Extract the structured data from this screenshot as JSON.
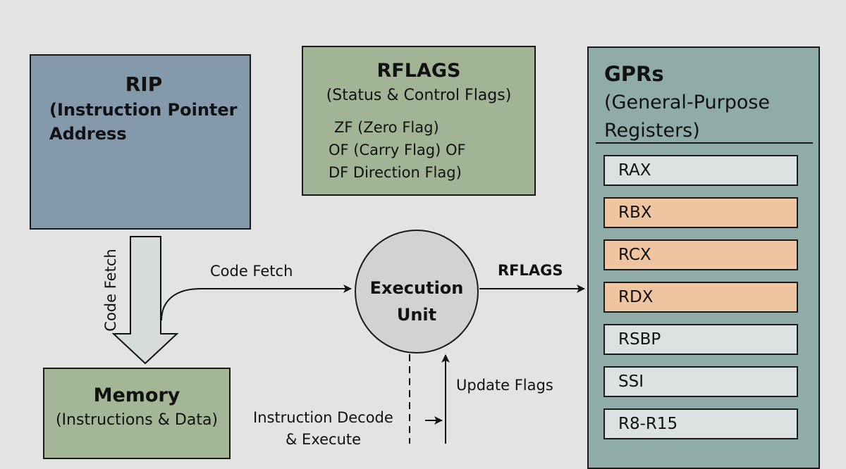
{
  "rip": {
    "title": "RIP",
    "subtitle_line1": "(Instruction Pointer",
    "subtitle_line2": "Address",
    "color": "#8499ac"
  },
  "rflags": {
    "title": "RFLAGS",
    "subtitle": "(Status & Control Flags)",
    "flags": [
      "ZF (Zero Flag)",
      "OF (Carry Flag) OF",
      "DF Direction Flag)"
    ],
    "color": "#a1b596"
  },
  "gprs": {
    "title": "GPRs",
    "subtitle_line1": "(General-Purpose",
    "subtitle_line2": "Registers)",
    "color": "#8faca8",
    "registers": [
      {
        "name": "RAX",
        "highlight": false
      },
      {
        "name": "RBX",
        "highlight": true
      },
      {
        "name": "RCX",
        "highlight": true
      },
      {
        "name": "RDX",
        "highlight": true
      },
      {
        "name": "RSBP",
        "highlight": false
      },
      {
        "name": "SSI",
        "highlight": false
      },
      {
        "name": "R8-R15",
        "highlight": false
      }
    ],
    "highlight_color": "#eec4a1",
    "default_color": "#dce2e1"
  },
  "memory": {
    "title": "Memory",
    "subtitle": "(Instructions & Data)",
    "color": "#a3b796"
  },
  "execution_unit": {
    "line1": "Execution",
    "line2": "Unit"
  },
  "connectors": {
    "code_fetch_vertical": "Code Fetch",
    "code_fetch_horizontal": "Code Fetch",
    "rflags_out": "RFLAGS",
    "update_flags": "Update Flags",
    "instruction_decode_line1": "Instruction Decode",
    "instruction_decode_line2": "& Execute"
  }
}
